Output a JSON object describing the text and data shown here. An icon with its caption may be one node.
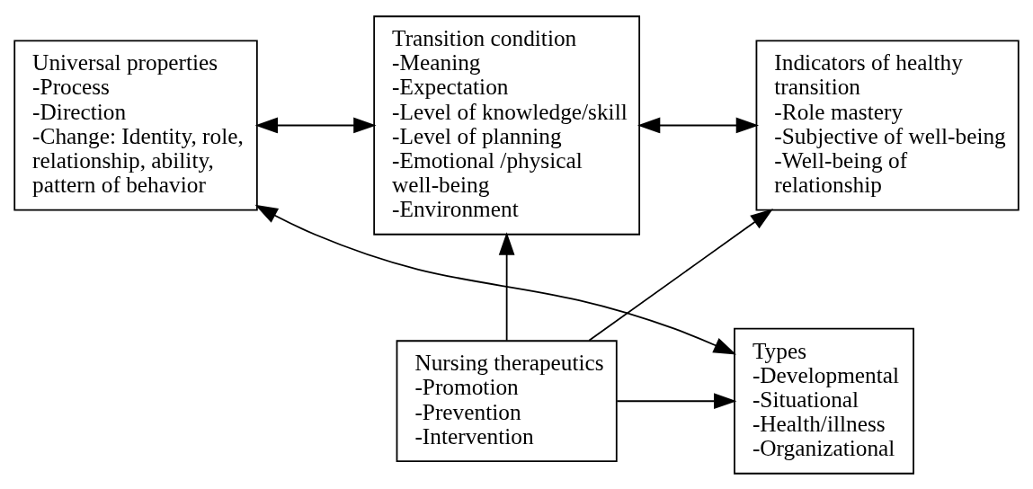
{
  "diagram": {
    "nodes": [
      {
        "text": [
          "Universal properties",
          "-Process",
          "-Direction",
          "-Change: Identity, role, relationship, ability, pattern of behavior"
        ]
      },
      {
        "text": [
          "Transition condition",
          "-Meaning",
          "-Expectation",
          "-Level of knowledge/skill",
          "-Level of planning",
          "-Emotional /physical well-being",
          "-Environment"
        ]
      },
      {
        "text": [
          "Indicators of healthy transition",
          "-Role mastery",
          "-Subjective of well-being",
          "-Well-being of relationship"
        ]
      },
      {
        "text": [
          "Types",
          "-Developmental",
          "-Situational",
          "-Health/illness",
          "-Organizational"
        ]
      },
      {
        "text": [
          "Nursing therapeutics",
          "-Promotion",
          "-Prevention",
          "-Intervention"
        ]
      }
    ],
    "edges": [
      {
        "from": 0,
        "to": 1,
        "arrow": "both"
      },
      {
        "from": 1,
        "to": 2,
        "arrow": "both"
      },
      {
        "from": 0,
        "to": 3,
        "arrow": "both"
      },
      {
        "from": 4,
        "to": 1,
        "arrow": "to"
      },
      {
        "from": 4,
        "to": 2,
        "arrow": "to"
      },
      {
        "from": 4,
        "to": 3,
        "arrow": "to"
      }
    ]
  }
}
